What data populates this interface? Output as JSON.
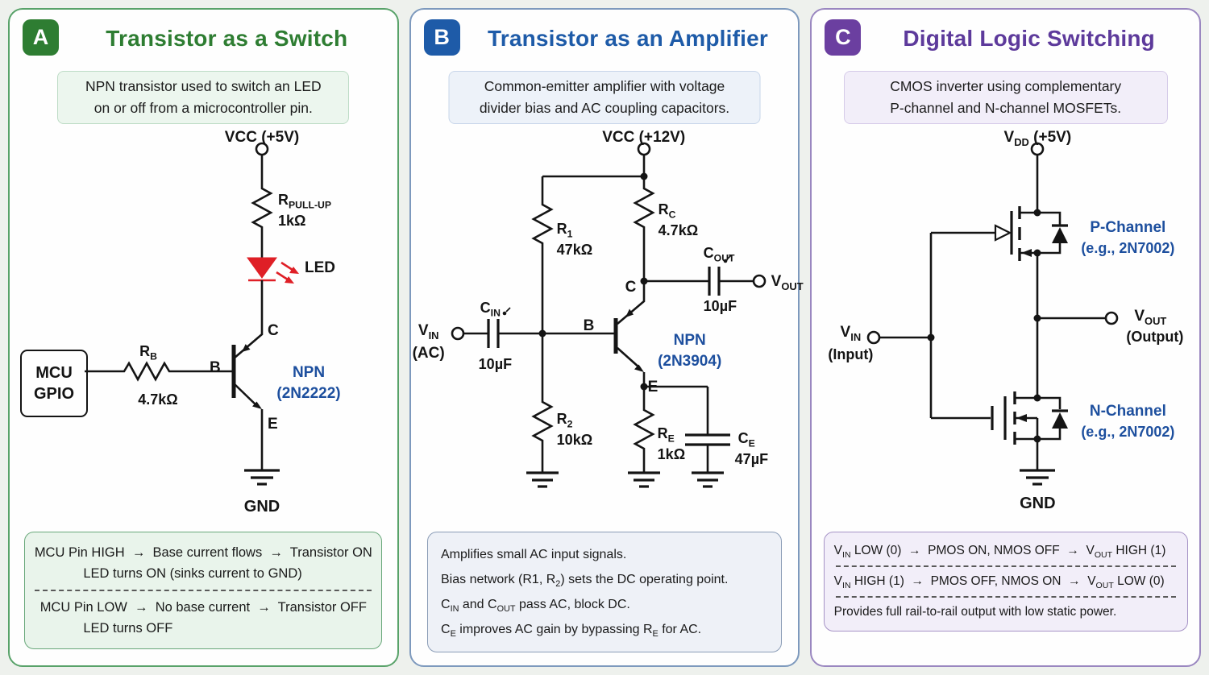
{
  "colors": {
    "panel_a_accent": "#2e7d32",
    "panel_b_accent": "#1e5ba8",
    "panel_c_accent": "#5d3a9b",
    "device_label_blue": "#1d4f9e",
    "led_red": "#df1f26",
    "wire": "#141414",
    "page_background": "#eef1ed"
  },
  "panels": [
    {
      "badge": "A",
      "title": "Transistor as a Switch",
      "desc_line1": "NPN transistor used to switch an LED",
      "desc_line2": "on or off from a microcontroller pin.",
      "labels": {
        "vcc": "VCC (+5V)",
        "rpullup": [
          {
            "t": "R"
          },
          {
            "s": "PULL-UP"
          }
        ],
        "rpullup_value": "1kΩ",
        "led": "LED",
        "c": "C",
        "b": "B",
        "e": "E",
        "mcu1": "MCU",
        "mcu2": "GPIO",
        "rb": [
          {
            "t": "R"
          },
          {
            "s": "B"
          }
        ],
        "rb_value": "4.7kΩ",
        "device": "NPN",
        "device_part": "(2N2222)",
        "gnd": "GND"
      },
      "note": {
        "line1": "MCU Pin HIGH  →  Base current flows  →  Transistor ON",
        "line2": "LED turns ON (sinks current to GND)",
        "line3": "MCU Pin LOW  →  No base current  →  Transistor OFF",
        "line4": "LED turns OFF"
      }
    },
    {
      "badge": "B",
      "title": "Transistor as an Amplifier",
      "desc_line1": "Common-emitter amplifier with voltage",
      "desc_line2": "divider bias and AC coupling capacitors.",
      "labels": {
        "vcc": "VCC (+12V)",
        "r1": [
          {
            "t": "R"
          },
          {
            "s": "1"
          }
        ],
        "r1_value": "47kΩ",
        "rc": [
          {
            "t": "R"
          },
          {
            "s": "C"
          }
        ],
        "rc_value": "4.7kΩ",
        "cout": [
          {
            "t": "C"
          },
          {
            "s": "OUT"
          }
        ],
        "cout_value": "10µF",
        "vout": [
          {
            "t": "V"
          },
          {
            "s": "OUT"
          }
        ],
        "vin": [
          {
            "t": "V"
          },
          {
            "s": "IN"
          }
        ],
        "vin_note": "(AC)",
        "cin": [
          {
            "t": "C"
          },
          {
            "s": "IN"
          }
        ],
        "cin_value": "10µF",
        "r2": [
          {
            "t": "R"
          },
          {
            "s": "2"
          }
        ],
        "r2_value": "10kΩ",
        "re": [
          {
            "t": "R"
          },
          {
            "s": "E"
          }
        ],
        "re_value": "1kΩ",
        "ce": [
          {
            "t": "C"
          },
          {
            "s": "E"
          }
        ],
        "ce_value": "47µF",
        "b": "B",
        "c": "C",
        "e": "E",
        "device": "NPN",
        "device_part": "(2N3904)"
      },
      "note": {
        "line1": [
          {
            "t": "Amplifies small AC input signals."
          }
        ],
        "line2": [
          {
            "t": "Bias network (R1, R"
          },
          {
            "s": "2"
          },
          {
            "t": ") sets the DC operating point."
          }
        ],
        "line3": [
          {
            "t": "C"
          },
          {
            "s": "IN"
          },
          {
            "t": " and C"
          },
          {
            "s": "OUT"
          },
          {
            "t": " pass AC, block DC."
          }
        ],
        "line4": [
          {
            "t": "C"
          },
          {
            "s": "E"
          },
          {
            "t": " improves AC gain by bypassing R"
          },
          {
            "s": "E"
          },
          {
            "t": " for AC."
          }
        ]
      }
    },
    {
      "badge": "C",
      "title": "Digital Logic Switching",
      "desc_line1": "CMOS inverter using complementary",
      "desc_line2": "P-channel and N-channel MOSFETs.",
      "labels": {
        "vdd": [
          {
            "t": "V"
          },
          {
            "s": "DD"
          },
          {
            "t": " (+5V)"
          }
        ],
        "p_label": "P-Channel",
        "p_part": "(e.g., 2N7002)",
        "n_label": "N-Channel",
        "n_part": "(e.g., 2N7002)",
        "vin": [
          {
            "t": "V"
          },
          {
            "s": "IN"
          }
        ],
        "vin_note": "(Input)",
        "vout": [
          {
            "t": "V"
          },
          {
            "s": "OUT"
          }
        ],
        "vout_note": "(Output)",
        "gnd": "GND"
      },
      "note": {
        "line1": [
          {
            "t": "V"
          },
          {
            "s": "IN"
          },
          {
            "t": " LOW (0)  →  PMOS ON, NMOS OFF  →  V"
          },
          {
            "s": "OUT"
          },
          {
            "t": " HIGH (1)"
          }
        ],
        "line2": [
          {
            "t": "V"
          },
          {
            "s": "IN"
          },
          {
            "t": " HIGH (1)  →  PMOS OFF, NMOS ON  →  V"
          },
          {
            "s": "OUT"
          },
          {
            "t": " LOW (0)"
          }
        ],
        "line3": [
          {
            "t": "Provides full rail-to-rail output with low static power."
          }
        ]
      }
    }
  ]
}
